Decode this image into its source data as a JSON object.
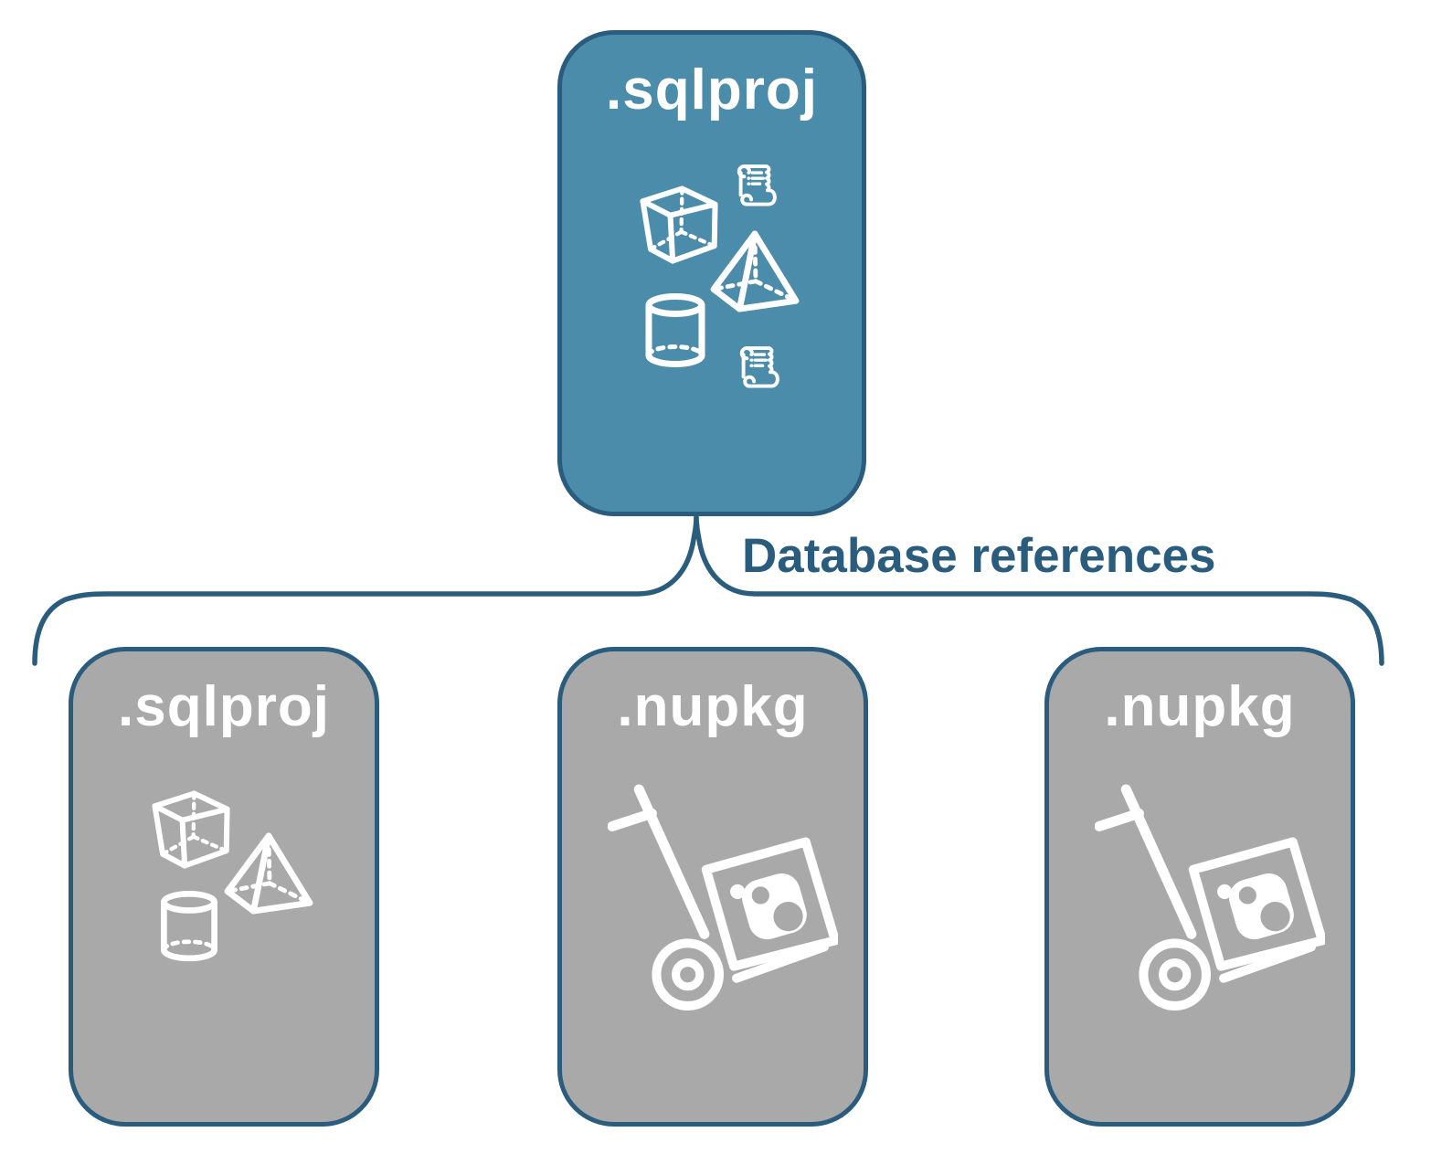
{
  "diagram": {
    "connector_label": "Database references",
    "colors": {
      "primary_fill": "#4B8CAA",
      "outline_ink": "#2A5C7E",
      "secondary_fill": "#A9A9A9",
      "icon_color": "#FFFFFF"
    },
    "root": {
      "title": ".sqlproj",
      "icons": [
        "cube-icon",
        "sql-script-scroll-icon",
        "pyramid-icon",
        "database-cylinder-icon",
        "sql-script-scroll-icon"
      ]
    },
    "children": [
      {
        "title": ".sqlproj",
        "icons": [
          "cube-icon",
          "pyramid-icon",
          "database-cylinder-icon"
        ]
      },
      {
        "title": ".nupkg",
        "icons": [
          "package-dolly-icon"
        ]
      },
      {
        "title": ".nupkg",
        "icons": [
          "package-dolly-icon"
        ]
      }
    ]
  }
}
